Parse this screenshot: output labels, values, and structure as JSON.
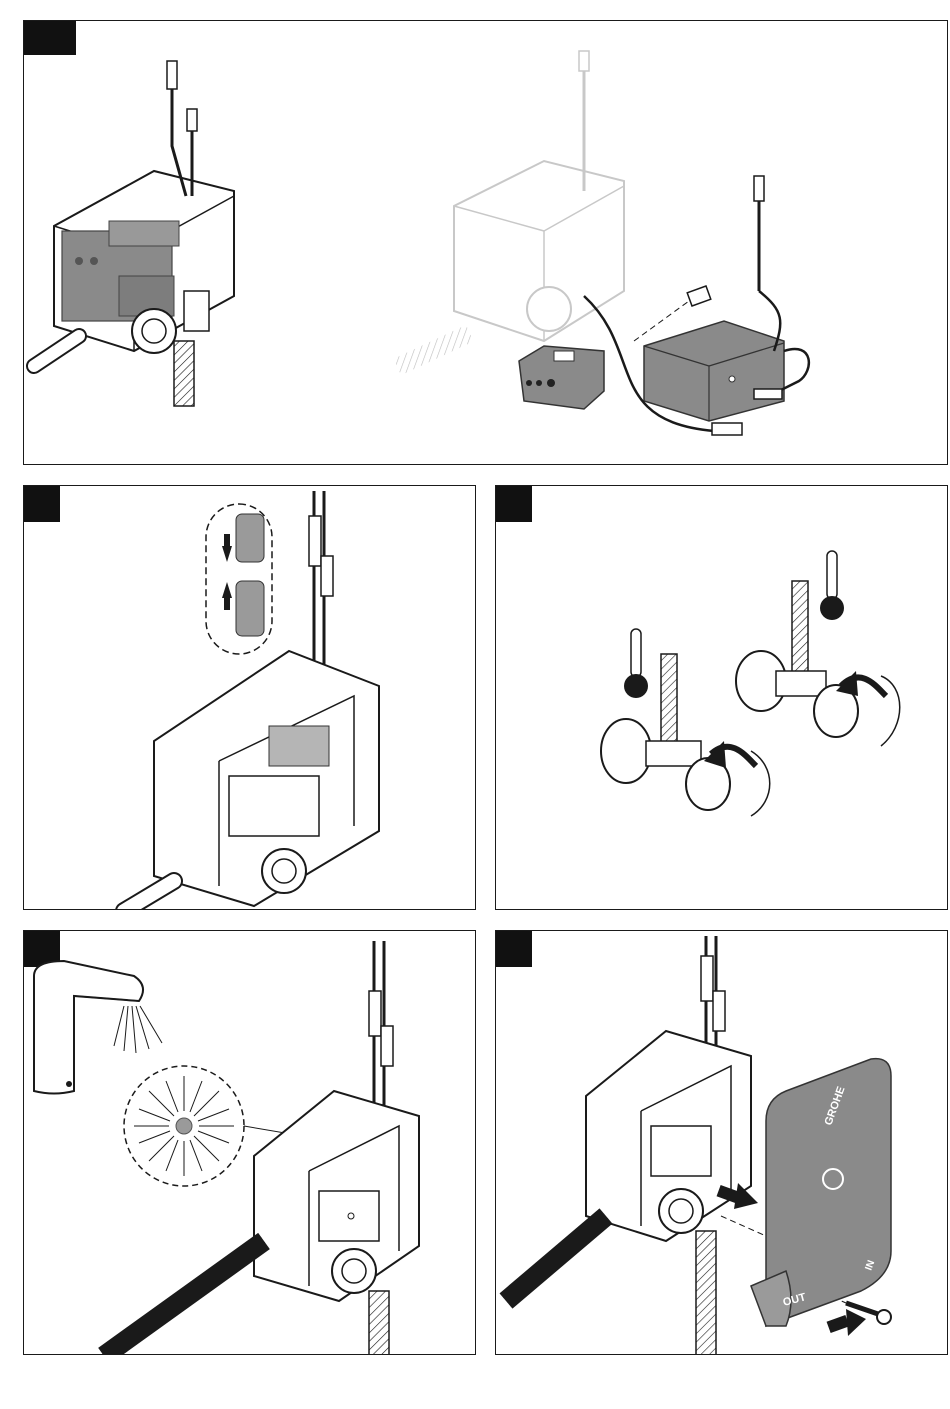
{
  "panels": [
    {
      "id": "remove-electronics"
    },
    {
      "id": "connect-plugs"
    },
    {
      "id": "open-angle-valves"
    },
    {
      "id": "test-led"
    },
    {
      "id": "fit-cover"
    }
  ],
  "cover": {
    "brand": "GROHE",
    "label_out": "OUT",
    "label_in": "IN"
  },
  "colors": {
    "line": "#1a1a1a",
    "gray_unit": "#8a8a8a",
    "light_gray": "#b5b5b5",
    "ghost": "#c8c8c8",
    "step_tab": "#111111"
  }
}
